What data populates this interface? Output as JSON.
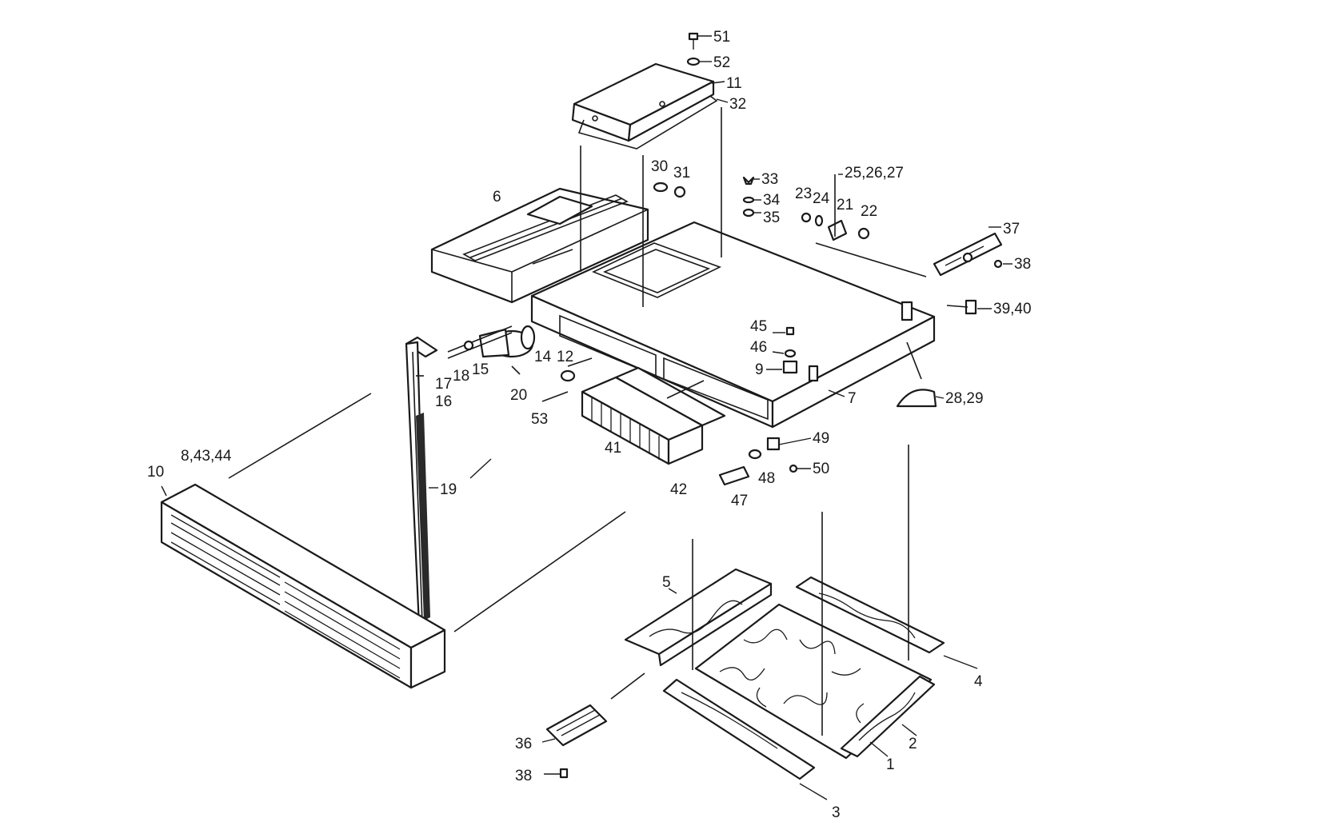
{
  "diagram": {
    "callouts": {
      "c51": "51",
      "c52": "52",
      "c11": "11",
      "c32": "32",
      "c30": "30",
      "c31": "31",
      "c33": "33",
      "c34": "34",
      "c35": "35",
      "c23": "23",
      "c24": "24",
      "c25_27": "25,26,27",
      "c21": "21",
      "c22": "22",
      "c37": "37",
      "c38a": "38",
      "c39_40": "39,40",
      "c6": "6",
      "c45": "45",
      "c46": "46",
      "c9": "9",
      "c7": "7",
      "c28_29": "28,29",
      "c14": "14",
      "c12": "12",
      "c15": "15",
      "c18": "18",
      "c17": "17",
      "c20": "20",
      "c16": "16",
      "c53": "53",
      "c41": "41",
      "c42": "42",
      "c49": "49",
      "c48": "48",
      "c50": "50",
      "c47": "47",
      "c8_43_44": "8,43,44",
      "c10": "10",
      "c19": "19",
      "c5": "5",
      "c4": "4",
      "c2": "2",
      "c1": "1",
      "c3": "3",
      "c36": "36",
      "c38b": "38"
    }
  }
}
